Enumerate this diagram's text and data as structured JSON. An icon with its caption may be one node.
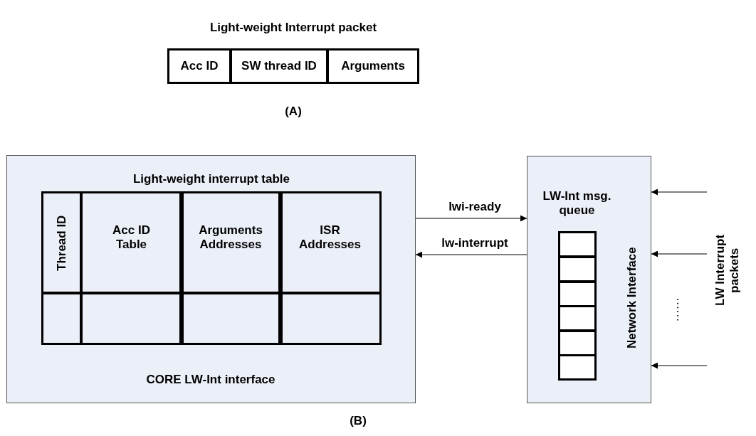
{
  "diagram": {
    "nodes": [
      {
        "text": [
          "Acc ID"
        ]
      },
      {
        "text": [
          "SW thread ID"
        ]
      },
      {
        "text": [
          "Arguments"
        ]
      },
      {
        "text": [
          "CORE LW-Int interface"
        ]
      },
      {
        "text": [
          "Light-weight interrupt table"
        ],
        "in": 3
      },
      {
        "text": [
          "Thread ID"
        ],
        "in": 4
      },
      {
        "text": [
          "Acc ID Table"
        ],
        "in": 4
      },
      {
        "text": [
          "Arguments Addresses"
        ],
        "in": 4
      },
      {
        "text": [
          "ISR Addresses"
        ],
        "in": 4
      },
      {
        "text": [],
        "shape": "box",
        "in": 4
      },
      {
        "text": [],
        "shape": "box",
        "in": 4
      },
      {
        "text": [],
        "shape": "box",
        "in": 4
      },
      {
        "text": [],
        "shape": "box",
        "in": 4
      },
      {
        "text": [
          "Network Interface"
        ]
      },
      {
        "text": [
          "LW-Int msg. queue"
        ],
        "in": 13
      },
      {
        "text": [],
        "shape": "box",
        "in": 14
      },
      {
        "text": [],
        "shape": "box",
        "in": 14
      },
      {
        "text": [],
        "shape": "box",
        "in": 14
      },
      {
        "text": [],
        "shape": "box",
        "in": 14
      },
      {
        "text": [],
        "shape": "box",
        "in": 14
      },
      {
        "text": [],
        "shape": "box",
        "in": 14
      }
    ],
    "edges": [
      {
        "from": 3,
        "to": 13,
        "arrow": "to",
        "label": "lwi-ready"
      },
      {
        "from": 13,
        "to": 3,
        "arrow": "to",
        "label": "lw-interrupt"
      },
      {
        "from": null,
        "to": 13,
        "arrow": "to"
      },
      {
        "from": null,
        "to": 13,
        "arrow": "to"
      },
      {
        "from": null,
        "to": 13,
        "arrow": "to"
      }
    ],
    "labels": [
      "Light-weight Interrupt packet",
      "(A)",
      "(B)",
      "......",
      "LW Interrupt packets"
    ]
  }
}
